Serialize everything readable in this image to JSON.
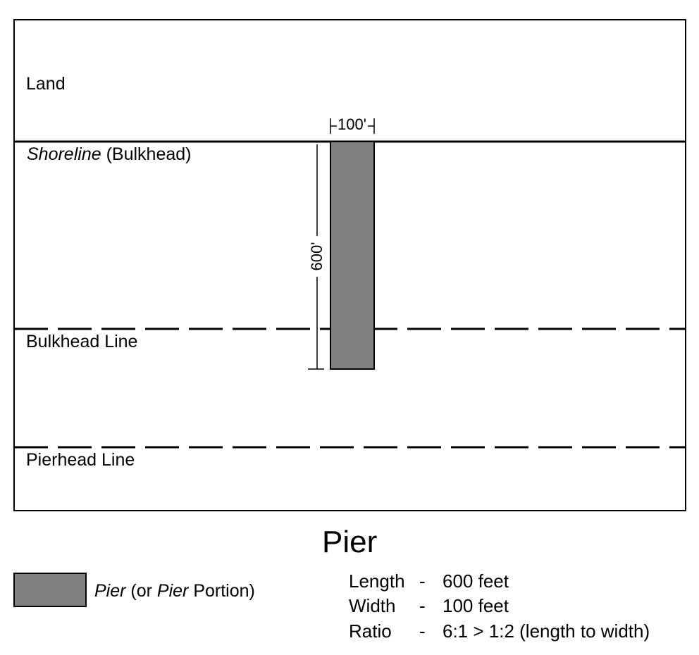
{
  "diagram": {
    "labels": {
      "land": "Land",
      "shoreline_italic": "Shoreline",
      "shoreline_rest": " (Bulkhead)",
      "bulkhead_line": "Bulkhead Line",
      "pierhead_line": "Pierhead Line"
    },
    "dimensions": {
      "width": "100'",
      "length": "600'"
    },
    "title": "Pier",
    "legend": {
      "term": "Pier",
      "rest_1": " (or ",
      "term_2": "Pier",
      "rest_2": " Portion)",
      "swatch_color": "#808080"
    },
    "specs": [
      {
        "key": "Length",
        "sep": "-",
        "value": "600 feet"
      },
      {
        "key": "Width",
        "sep": "-",
        "value": "100 feet"
      },
      {
        "key": "Ratio",
        "sep": "-",
        "value": "6:1 > 1:2 (length to width)"
      }
    ],
    "colors": {
      "pier_fill": "#808080",
      "line": "#000000"
    }
  }
}
